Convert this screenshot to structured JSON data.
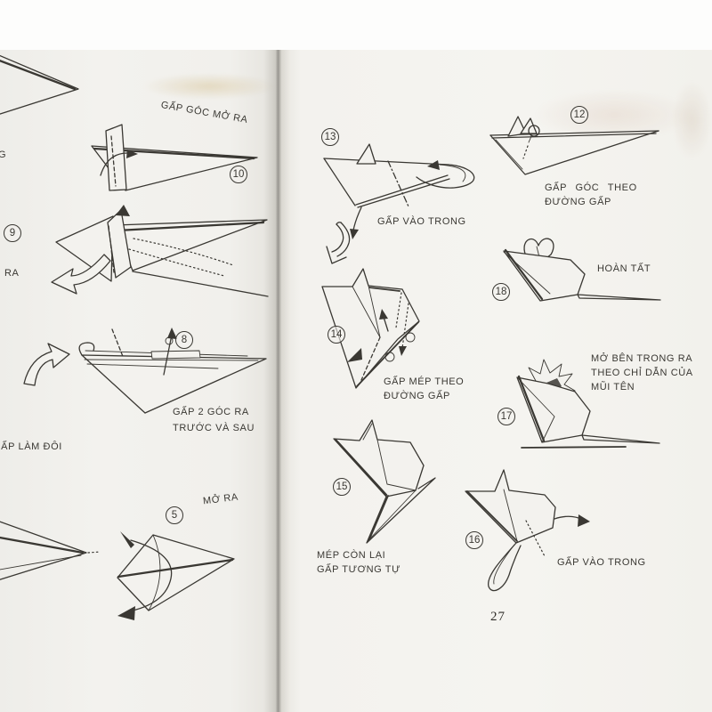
{
  "page_number": "27",
  "ink_color": "#3a3833",
  "left_page": {
    "edge_fragment": "G",
    "step10": {
      "num": "10",
      "label": "GẤP GÓC MỞ RA"
    },
    "step9": {
      "num": "9",
      "label": "RA"
    },
    "step8": {
      "num": "8",
      "label_line1": "GẤP 2 GÓC RA",
      "label_line2": "TRƯỚC VÀ SAU"
    },
    "fold_in_half_label": "GẤP LÀM ĐÔI",
    "step5": {
      "num": "5",
      "label": "MỞ RA"
    }
  },
  "right_page": {
    "step13": {
      "num": "13",
      "label": "GẤP VÀO TRONG"
    },
    "step12": {
      "num": "12",
      "label_line1": "GẤP GÓC THEO",
      "label_line2": "ĐƯỜNG GẤP"
    },
    "step18": {
      "num": "18",
      "label": "HOÀN TẤT"
    },
    "step14": {
      "num": "14",
      "label_line1": "GẤP MÉP THEO",
      "label_line2": "ĐƯỜNG GẤP"
    },
    "step17": {
      "num": "17",
      "label_line1": "MỞ BÊN TRONG RA",
      "label_line2": "THEO CHỈ DẪN CỦA",
      "label_line3": "MŨI TÊN"
    },
    "step15": {
      "num": "15",
      "label_line1": "MÉP CÒN LẠI",
      "label_line2": "GẤP TƯƠNG TỰ"
    },
    "step16": {
      "num": "16",
      "label": "GẤP VÀO TRONG"
    }
  }
}
